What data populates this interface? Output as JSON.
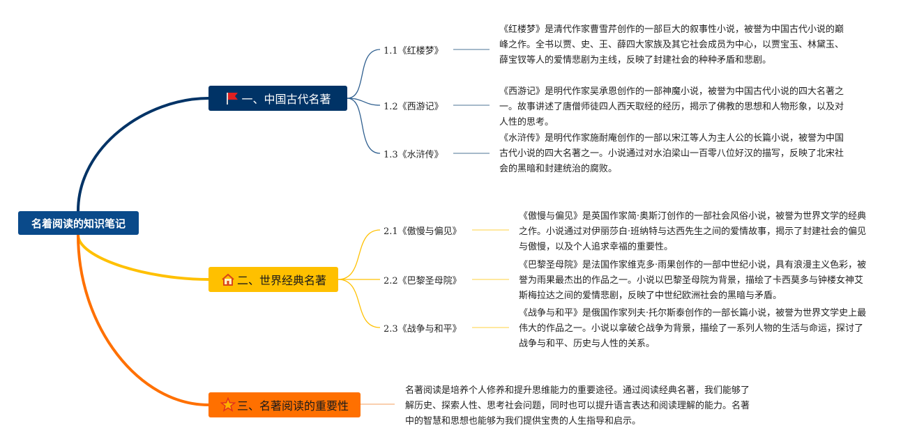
{
  "root": {
    "label": "名着阅读的知识笔记"
  },
  "colors": {
    "root": "#0a4a8a",
    "branch1": "#003366",
    "branch2": "#ffc000",
    "branch3": "#ff7000",
    "leaf1": "#6f8fab",
    "leaf2": "#ffd966",
    "leaf3": "#f7b27d"
  },
  "branches": [
    {
      "label": "一、中国古代名著",
      "icon": "red-flag-icon",
      "children": [
        {
          "label": "1.1《红楼梦》",
          "note": "《红楼梦》是清代作家曹雪芹创作的一部巨大的叙事性小说，被誉为中国古代小说的巅峰之作。全书以贾、史、王、薛四大家族及其它社会成员为中心，以贾宝玉、林黛玉、薛宝钗等人的爱情悲剧为主线，反映了封建社会的种种矛盾和悲剧。"
        },
        {
          "label": "1.2《西游记》",
          "note": "《西游记》是明代作家吴承恩创作的一部神魔小说，被誉为中国古代小说的四大名著之一。故事讲述了唐僧师徒四人西天取经的经历，揭示了佛教的思想和人物形象，以及对人性的思考。"
        },
        {
          "label": "1.3《水浒传》",
          "note": "《水浒传》是明代作家施耐庵创作的一部以宋江等人为主人公的长篇小说，被誉为中国古代小说的四大名著之一。小说通过对水泊梁山一百零八位好汉的描写，反映了北宋社会的黑暗和封建统治的腐败。"
        }
      ]
    },
    {
      "label": "二、世界经典名著",
      "icon": "home-icon",
      "children": [
        {
          "label": "2.1《傲慢与偏见》",
          "note": "《傲慢与偏见》是英国作家简·奥斯汀创作的一部社会风俗小说，被誉为世界文学的经典之作。小说通过对伊丽莎白·班纳特与达西先生之间的爱情故事，揭示了封建社会的偏见与傲慢，以及个人追求幸福的重要性。"
        },
        {
          "label": "2.2《巴黎圣母院》",
          "note": "《巴黎圣母院》是法国作家维克多·雨果创作的一部中世纪小说，具有浪漫主义色彩，被誉为雨果最杰出的作品之一。小说以巴黎圣母院为背景，描绘了卡西莫多与钟楼女神艾斯梅拉达之间的爱情悲剧，反映了中世纪欧洲社会的黑暗与矛盾。"
        },
        {
          "label": "2.3《战争与和平》",
          "note": "《战争与和平》是俄国作家列夫·托尔斯泰创作的一部长篇小说，被誉为世界文学史上最伟大的作品之一。小说以拿破仑战争为背景，描绘了一系列人物的生活与命运，探讨了战争与和平、历史与人性的关系。"
        }
      ]
    },
    {
      "label": "三、名著阅读的重要性",
      "icon": "star-icon",
      "note": "名著阅读是培养个人修养和提升思维能力的重要途径。通过阅读经典名著，我们能够了解历史、探索人性、思考社会问题，同时也可以提升语言表达和阅读理解的能力。名著中的智慧和思想也能够为我们提供宝贵的人生指导和启示。"
    }
  ]
}
